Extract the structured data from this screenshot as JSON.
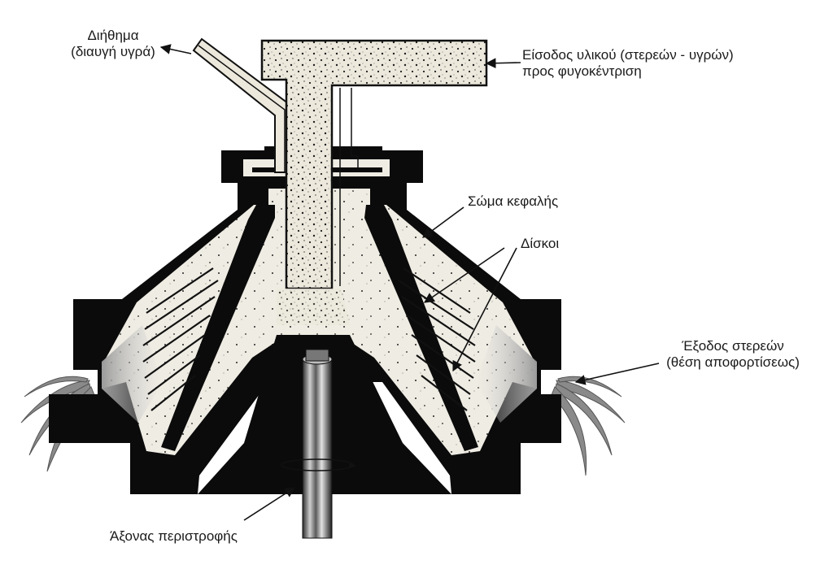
{
  "labels": {
    "filtrate": {
      "line1": "Διήθημα",
      "line2": "(διαυγή υγρά)"
    },
    "inlet": {
      "line1": "Είσοδος υλικού (στερεών - υγρών)",
      "line2": "προς φυγοκέντριση"
    },
    "head_body": "Σώμα κεφαλής",
    "discs": "Δίσκοι",
    "solids_outlet": {
      "line1": "Έξοδος στερεών",
      "line2": "(θέση αποφορτίσεως)"
    },
    "rotation_axis": "Άξονας περιστροφής"
  },
  "colors": {
    "body": "#0b0b0b",
    "slurry": "#ece8dc",
    "speckle": "#1d1d1d",
    "line": "#111111"
  }
}
